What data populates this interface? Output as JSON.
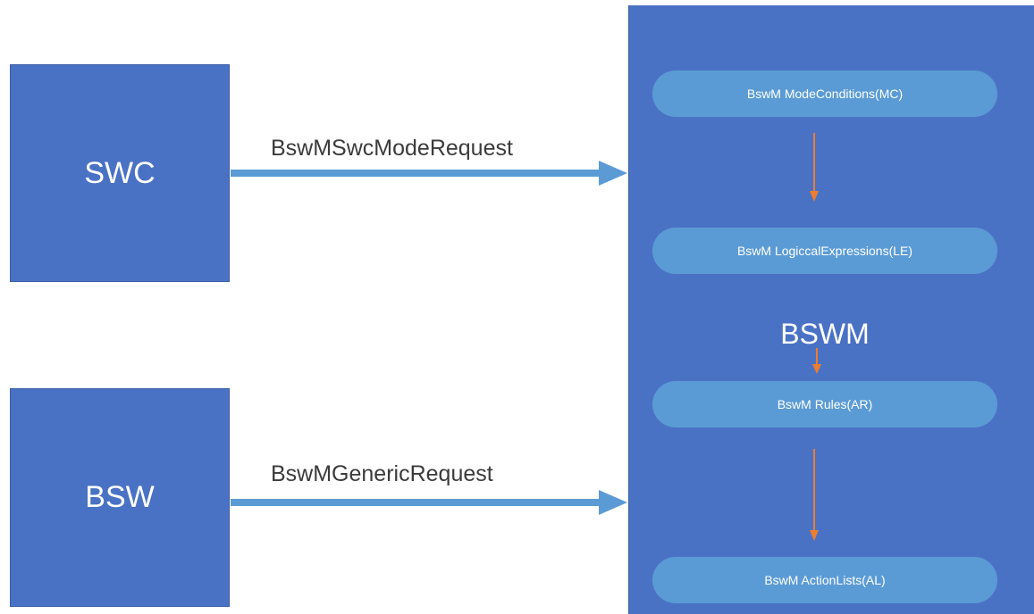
{
  "left_boxes": {
    "swc_label": "SWC",
    "bsw_label": "BSW"
  },
  "connections": {
    "swc_request": "BswMSwcModeRequest",
    "bsw_request": "BswMGenericRequest"
  },
  "bswm": {
    "title": "BSWM",
    "stages": [
      {
        "label": "BswM  ModeConditions(MC)"
      },
      {
        "label": "BswM  LogiccalExpressions(LE)"
      },
      {
        "label": "BswM  Rules(AR)"
      },
      {
        "label": "BswM  ActionLists(AL)"
      }
    ]
  },
  "colors": {
    "box_fill": "#4a72c4",
    "pill_fill": "#5b9bd5",
    "request_arrow": "#5b9bd5",
    "flow_arrow": "#ed7d31"
  }
}
